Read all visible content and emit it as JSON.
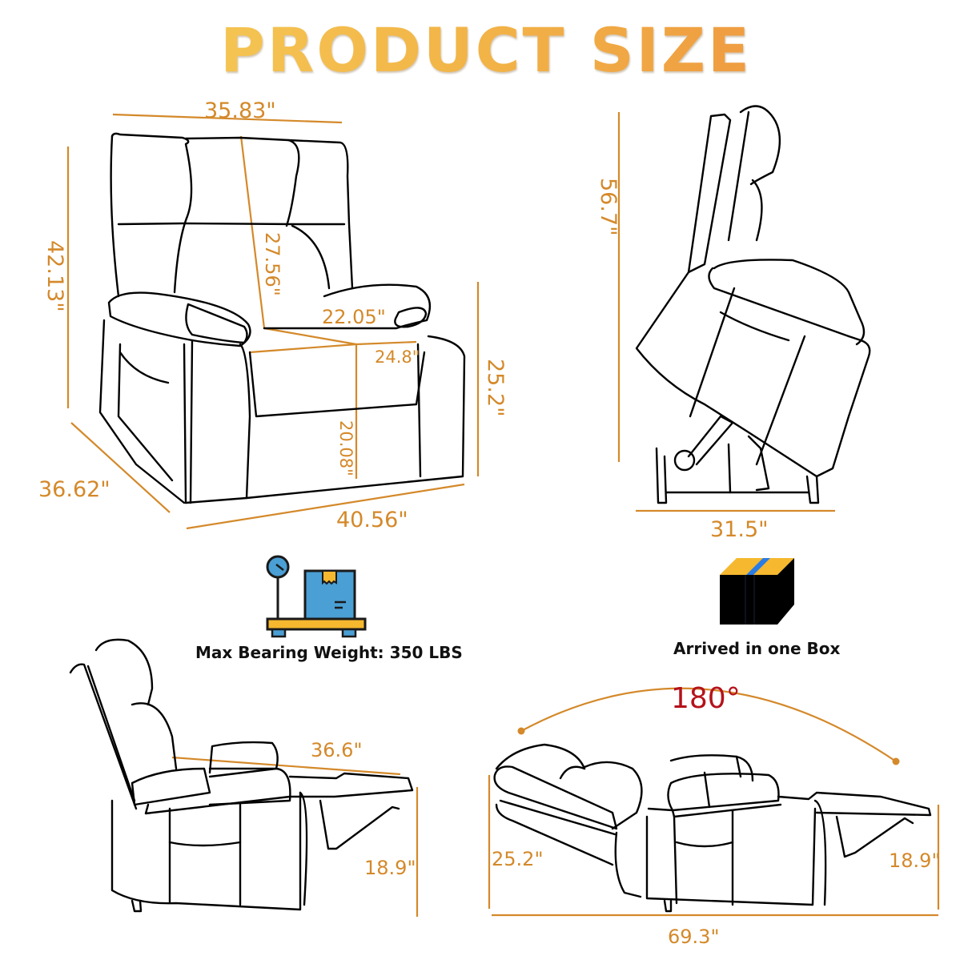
{
  "title": "PRODUCT SIZE",
  "colors": {
    "title_gradient_start": "#f7d25a",
    "title_gradient_end": "#ec8a3c",
    "dimension": "#d4892a",
    "angle": "#b5121b",
    "icon_blue": "#4a9fd4",
    "icon_yellow": "#f5b82e",
    "tape_blue": "#2a7be4",
    "box_black": "#000000"
  },
  "front_view": {
    "top_width": "35.83\"",
    "height": "42.13\"",
    "back_height": "27.56\"",
    "seat_depth": "22.05\"",
    "seat_width": "24.8\"",
    "seat_height": "20.08\"",
    "arm_height": "25.2\"",
    "depth": "36.62\"",
    "width": "40.56\""
  },
  "lift_view": {
    "height": "56.7\"",
    "base_width": "31.5\""
  },
  "weight_badge": {
    "icon": "scale-with-box-icon",
    "label": "Max Bearing Weight: 350 LBS"
  },
  "box_badge": {
    "icon": "shipping-box-icon",
    "label": "Arrived in one Box"
  },
  "recline_view": {
    "length": "36.6\"",
    "footrest_height": "18.9\""
  },
  "flat_view": {
    "angle": "180°",
    "back_height": "25.2\"",
    "footrest_height": "18.9\"",
    "total_length": "69.3\""
  }
}
